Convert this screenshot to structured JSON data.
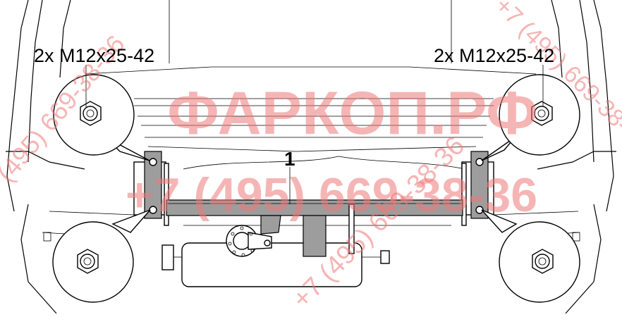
{
  "callouts": {
    "bolt_left": "2x M12x25-42",
    "bolt_right": "2x M12x25-42"
  },
  "part_number": "1",
  "watermark": {
    "brand": "ФАРКОП.РФ",
    "phone": "+7 (495) 669-38-36",
    "diagonal": "+7 (495) 669-38-36"
  },
  "colors": {
    "line": "#000000",
    "bar_fill": "#9d9d9d",
    "watermark": "#f07a7a"
  }
}
